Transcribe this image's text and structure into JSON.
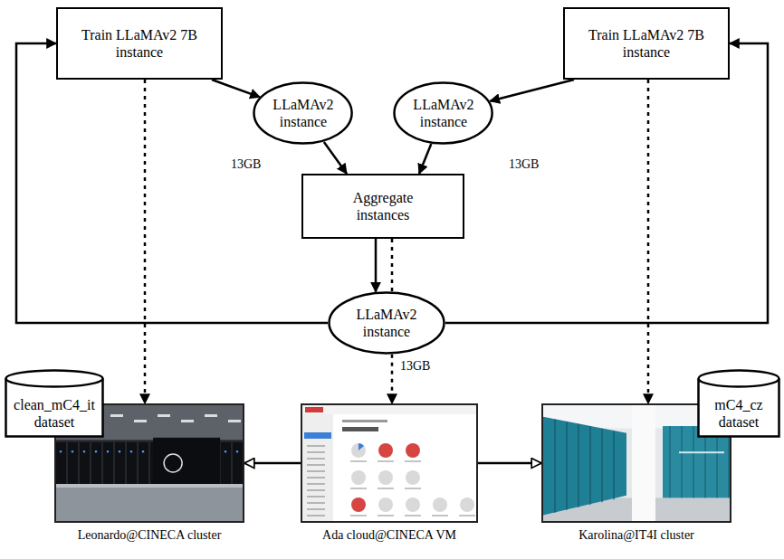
{
  "diagram": {
    "nodes": [
      {
        "text": [
          "Train LLaMAv2 7B instance"
        ]
      },
      {
        "text": [
          "Train LLaMAv2 7B instance"
        ]
      },
      {
        "text": [
          "LLaMAv2 instance"
        ]
      },
      {
        "text": [
          "LLaMAv2 instance"
        ]
      },
      {
        "text": [
          "Aggregate instances"
        ]
      },
      {
        "text": [
          "LLaMAv2 instance"
        ]
      },
      {
        "text": [
          "clean_mC4_it dataset"
        ]
      },
      {
        "text": [
          "Leonardo@CINECA cluster"
        ]
      },
      {
        "text": [
          "Ada cloud@CINECA VM"
        ]
      },
      {
        "text": [
          "Karolina@IT4I cluster"
        ]
      },
      {
        "text": [
          "mC4_cz dataset"
        ]
      }
    ],
    "edges": [
      {
        "from": 0,
        "to": 2,
        "arrow": "to"
      },
      {
        "from": 1,
        "to": 3,
        "arrow": "to"
      },
      {
        "from": 2,
        "to": 4,
        "arrow": "to"
      },
      {
        "from": 3,
        "to": 4,
        "arrow": "to"
      },
      {
        "from": 4,
        "to": 5,
        "arrow": "to"
      },
      {
        "from": 4,
        "to": 5,
        "arrow": "none"
      },
      {
        "from": 5,
        "to": 0,
        "arrow": "to"
      },
      {
        "from": 5,
        "to": 1,
        "arrow": "to"
      },
      {
        "from": 0,
        "to": 7,
        "arrow": "to"
      },
      {
        "from": 1,
        "to": 9,
        "arrow": "to"
      },
      {
        "from": 5,
        "to": 8,
        "arrow": "to"
      },
      {
        "from": 8,
        "to": 7,
        "arrow": "to"
      },
      {
        "from": 8,
        "to": 9,
        "arrow": "to"
      }
    ],
    "labels": [
      "13GB",
      "13GB",
      "13GB"
    ]
  }
}
